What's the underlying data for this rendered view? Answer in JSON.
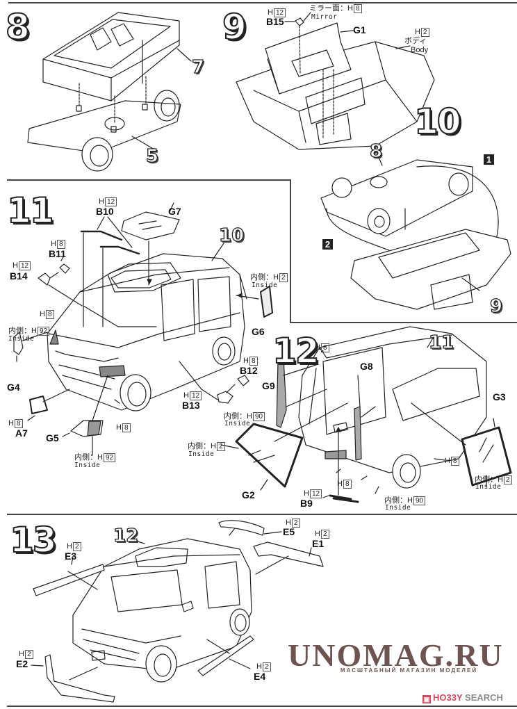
{
  "steps": {
    "s8": {
      "number": "8",
      "callouts": [
        "7",
        "5"
      ]
    },
    "s9": {
      "number": "9",
      "b15": {
        "part": "B15",
        "paint_code": "12",
        "paint_prefix": "H"
      },
      "mirror": {
        "label_jp": "ミラー面：H",
        "paint_code": "8",
        "label_en": "Mirror"
      },
      "g1": {
        "part": "G1"
      },
      "body": {
        "paint_prefix": "H",
        "paint_code": "2",
        "label_jp": "ボディ",
        "label_en": "Body"
      }
    },
    "s10": {
      "number": "10",
      "callouts": [
        "8",
        "9"
      ],
      "refs": [
        "1",
        "2"
      ]
    },
    "s11": {
      "number": "11",
      "callout": "10",
      "b10": {
        "part": "B10",
        "paint_prefix": "H",
        "paint_code": "12"
      },
      "g7": {
        "part": "G7"
      },
      "b11": {
        "part": "B11",
        "paint_prefix": "H",
        "paint_code": "8"
      },
      "b14": {
        "part": "B14",
        "paint_prefix": "H",
        "paint_code": "12"
      },
      "g6": {
        "part": "G6",
        "label_jp": "内側：H",
        "paint_code": "2",
        "label_en": "Inside"
      },
      "pillar_paint": {
        "paint_prefix": "H",
        "paint_code": "8"
      },
      "g4": {
        "part": "G4",
        "label_jp": "内側：H",
        "paint_code": "92",
        "label_en": "Inside"
      },
      "a7": {
        "part": "A7",
        "paint_prefix": "H",
        "paint_code": "8"
      },
      "g5": {
        "part": "G5",
        "label_jp": "内側：H",
        "paint_code": "92",
        "label_en": "Inside"
      },
      "headlight_paint": {
        "paint_prefix": "H",
        "paint_code": "8"
      },
      "b12": {
        "part": "B12",
        "paint_prefix": "H",
        "paint_code": "8"
      },
      "b13": {
        "part": "B13",
        "paint_prefix": "H",
        "paint_code": "12"
      }
    },
    "s12": {
      "number": "12",
      "callout": "11",
      "top_paint": {
        "paint_prefix": "H",
        "paint_code": "8"
      },
      "g9": {
        "part": "G9",
        "label_jp": "内側：H",
        "paint_code": "90",
        "label_en": "Inside"
      },
      "g8": {
        "part": "G8"
      },
      "g2": {
        "part": "G2",
        "label_jp": "内側：H",
        "paint_code": "2",
        "label_en": "Inside"
      },
      "plate_paint": {
        "paint_prefix": "H",
        "paint_code": "8"
      },
      "side_paint": {
        "paint_prefix": "H",
        "paint_code": "8"
      },
      "b9": {
        "part": "B9",
        "paint_prefix": "H",
        "paint_code": "12"
      },
      "rear_inside": {
        "label_jp": "内側：H",
        "paint_code": "90",
        "label_en": "Inside"
      },
      "g3": {
        "part": "G3",
        "label_jp": "内側：H",
        "paint_code": "2",
        "label_en": "Inside"
      }
    },
    "s13": {
      "number": "13",
      "callout": "12",
      "e3": {
        "part": "E3",
        "paint_prefix": "H",
        "paint_code": "2"
      },
      "e5": {
        "part": "E5",
        "paint_prefix": "H",
        "paint_code": "2"
      },
      "e1": {
        "part": "E1",
        "paint_prefix": "H",
        "paint_code": "2"
      },
      "e2": {
        "part": "E2",
        "paint_prefix": "H",
        "paint_code": "2"
      },
      "e4": {
        "part": "E4",
        "paint_prefix": "H",
        "paint_code": "2"
      }
    }
  },
  "watermark": {
    "title": "UNOMAG.RU",
    "subtitle": "МАСШТАБНЫЙ МАГАЗИН МОДЕЛЕЙ"
  },
  "brand": {
    "logo_icon": "hobby-search-logo-icon",
    "hobby": "HO33Y",
    "search": " SEARCH",
    "color": "#d9485f"
  },
  "colors": {
    "line": "#222222",
    "watermark": "#6e5450"
  }
}
